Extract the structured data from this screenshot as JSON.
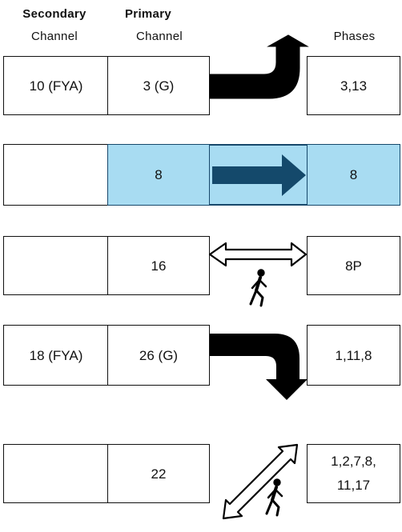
{
  "headers": {
    "secondary_line1": "Secondary",
    "secondary_line2": "Channel",
    "primary_line1": "Primary",
    "primary_line2": "Channel",
    "phases": "Phases"
  },
  "rows": [
    {
      "secondary": "10 (FYA)",
      "primary": "3 (G)",
      "phases": "3,13",
      "movement": "left-turn-arrow"
    },
    {
      "secondary": "",
      "primary": "8",
      "phases": "8",
      "movement": "through-arrow",
      "highlighted": true
    },
    {
      "secondary": "",
      "primary": "16",
      "phases": "8P",
      "movement": "pedestrian-crossing"
    },
    {
      "secondary": "18 (FYA)",
      "primary": "26 (G)",
      "phases": "1,11,8",
      "movement": "right-turn-arrow"
    },
    {
      "secondary": "",
      "primary": "22",
      "phases_line1": "1,2,7,8,",
      "phases_line2": "11,17",
      "movement": "diagonal-pedestrian-crossing"
    }
  ],
  "colors": {
    "highlight_fill": "#a8dcf2",
    "highlight_border": "#17486b",
    "arrow_dark": "#14496b",
    "arrow_black": "#000000"
  },
  "icons": [
    "left-turn-arrow-icon",
    "through-arrow-icon",
    "double-arrow-icon",
    "pedestrian-icon",
    "right-turn-arrow-icon",
    "diagonal-double-arrow-icon"
  ]
}
